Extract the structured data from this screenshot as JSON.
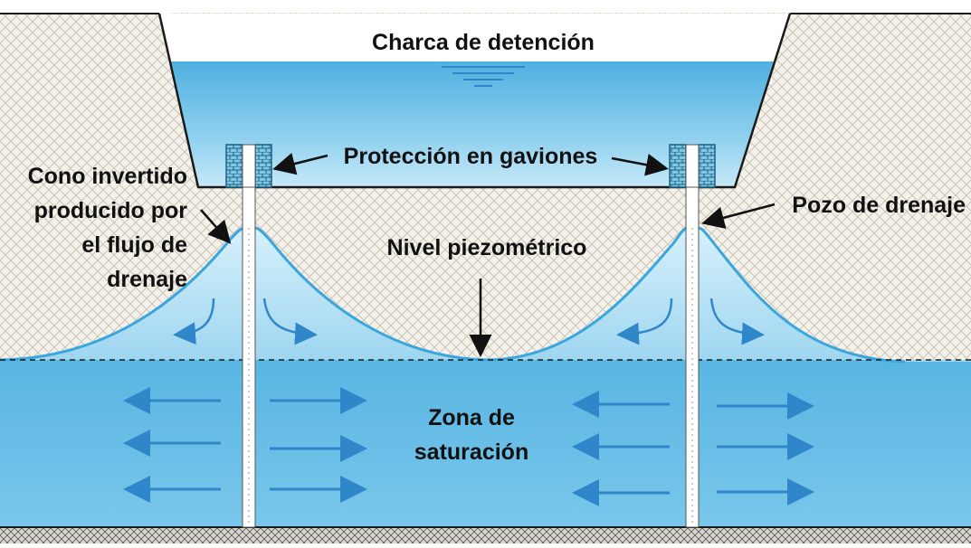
{
  "labels": {
    "pond_title": "Charca de detención",
    "gabions": "Protección en gaviones",
    "cone_line1": "Cono invertido",
    "cone_line2": "producido por",
    "cone_line3": "el flujo de",
    "cone_line4": "drenaje",
    "drain_well": "Pozo de drenaje",
    "piezometric": "Nivel piezométrico",
    "saturation_line1": "Zona de",
    "saturation_line2": "saturación"
  },
  "colors": {
    "water_deep": "#55b4e2",
    "water_light": "#a9dcf3",
    "water_line": "#3aa6dd",
    "arrow": "#2f86c8",
    "soil_bg": "#f4f1ea",
    "soil_hatch": "#c9c4b8",
    "gabion_fill": "#7fc7e4",
    "gabion_stroke": "#1f5f80",
    "outline": "#1a1a1a"
  },
  "icons": {
    "flow_arrows": "arrow-right-icon / arrow-left-icon",
    "pointer": "black-arrow-icon",
    "water_level": "water-surface-symbol-icon"
  }
}
